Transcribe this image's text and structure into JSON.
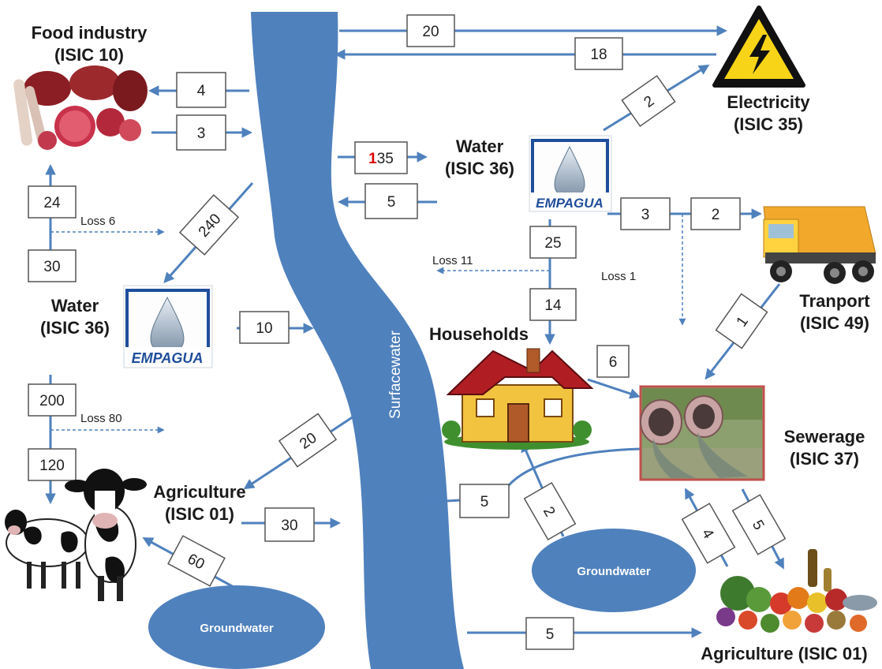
{
  "colors": {
    "river": "#4f81bd",
    "arrow": "#4f81bd",
    "box_border": "#555555",
    "groundwater": "#4f81bd",
    "highlight_digit": "#e00000",
    "sewer_frame": "#c0504d",
    "warning_yellow": "#f7d417"
  },
  "river_label": "Surfacewater",
  "nodes": {
    "food": {
      "line1": "Food industry",
      "line2": "(ISIC 10)"
    },
    "water_right": {
      "line1": "Water",
      "line2": "(ISIC 36)"
    },
    "water_left": {
      "line1": "Water",
      "line2": "(ISIC 36)"
    },
    "electricity": {
      "line1": "Electricity",
      "line2": "(ISIC 35)"
    },
    "transport": {
      "line1": "Tranport",
      "line2": "(ISIC 49)"
    },
    "households": {
      "line1": "Households"
    },
    "sewerage": {
      "line1": "Sewerage",
      "line2": "(ISIC 37)"
    },
    "agri_left": {
      "line1": "Agriculture",
      "line2": "(ISIC 01)"
    },
    "agri_right": {
      "line1": "Agriculture (ISIC 01)"
    },
    "gw_left": "Groundwater",
    "gw_right": "Groundwater",
    "logo_text": "EMPAGUA"
  },
  "flows": {
    "river_to_elec": "20",
    "elec_to_river": "18",
    "river_to_food": "4",
    "food_to_river": "3",
    "river_to_water_prefix": "1",
    "river_to_water_rest": "35",
    "water_to_river": "5",
    "water_to_elec": "2",
    "water_to_transport_a": "3",
    "water_to_transport_b": "2",
    "water_to_households_a": "25",
    "water_to_households_b": "14",
    "loss_households": "Loss 11",
    "loss_transport": "Loss 1",
    "transport_to_sewer": "1",
    "households_to_sewer": "6",
    "river_to_water_left": "240",
    "water_left_to_food_a": "30",
    "water_left_to_food_b": "24",
    "loss_food": "Loss  6",
    "water_left_to_river": "10",
    "water_left_to_agri_a": "200",
    "water_left_to_agri_b": "120",
    "loss_agri": "Loss  80",
    "river_to_agri_left": "20",
    "agri_left_to_river": "30",
    "gw_to_agri_left": "60",
    "sewer_to_river": "5",
    "gw_to_households": "2",
    "agri_right_to_sewer": "4",
    "sewer_to_agri_right": "5",
    "river_to_agri_right": "5"
  }
}
